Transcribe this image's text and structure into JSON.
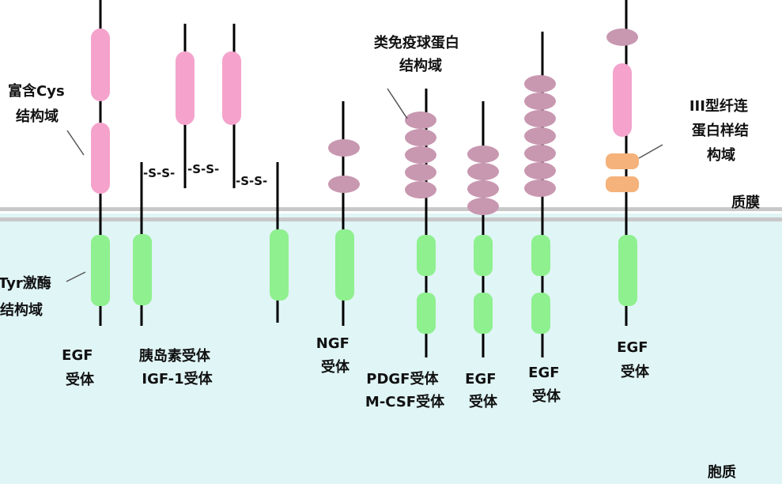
{
  "labels": {
    "cys_domain": [
      "富含Cys",
      "结构域"
    ],
    "tyr_kinase": [
      "Tyr激酶",
      "结构域"
    ],
    "ig_domain": [
      "类免疫球蛋白",
      "结构域"
    ],
    "fn3_domain": [
      "III型纤连",
      "蛋白样结",
      "构域"
    ],
    "membrane": "质膜",
    "cytoplasm": "胞质",
    "disulfide": "-S-S-"
  },
  "receptors": {
    "egf_1": [
      "EGF",
      "受体"
    ],
    "insulin": [
      "胰岛素受体",
      "IGF-1受体"
    ],
    "ngf": [
      "NGF",
      "受体"
    ],
    "pdgf": [
      "PDGF受体",
      "M-CSF受体"
    ],
    "egf_2": [
      "EGF",
      "受体"
    ],
    "egf_3": [
      "EGF",
      "受体"
    ],
    "egf_4": [
      "EGF",
      "受体"
    ]
  },
  "colors": {
    "cys_domain": "#f5a3cc",
    "kinase_domain": "#8ef08e",
    "ig_domain": "#c897b0",
    "fn3_domain": "#f5b27a",
    "cytoplasm": "#e0f5f6",
    "membrane": "#c8c8c8",
    "stem": "#000000"
  }
}
